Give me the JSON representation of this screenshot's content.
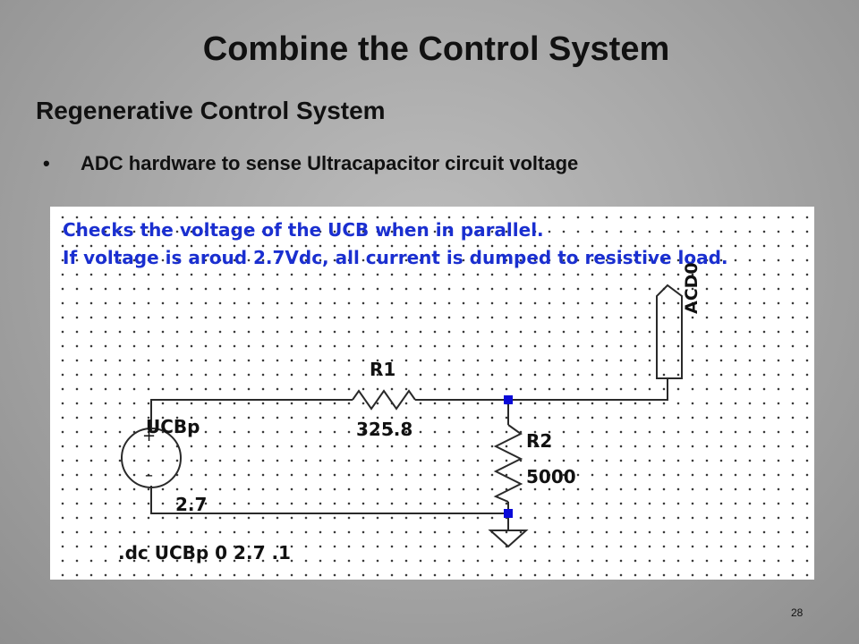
{
  "slide": {
    "title": "Combine the Control System",
    "subtitle": "Regenerative Control System",
    "bullet_marker": "•",
    "bullet": "ADC hardware to sense Ultracapacitor circuit voltage",
    "page_number": "28"
  },
  "schematic": {
    "note_line1": "Checks the voltage of the UCB when in parallel.",
    "note_line2": "If voltage is aroud 2.7Vdc, all current is dumped to resistive load.",
    "source_name": "UCBp",
    "source_value": "2.7",
    "source_plus": "+",
    "source_minus": "–",
    "r1_name": "R1",
    "r1_value": "325.8",
    "r2_name": "R2",
    "r2_value": "5000",
    "adc_label": "ACD0",
    "directive": ".dc UCBp 0 2.7 .1",
    "wire_color": "#2a2a2a",
    "note_color": "#1a2fd0",
    "node_color": "#0a0ad8"
  }
}
